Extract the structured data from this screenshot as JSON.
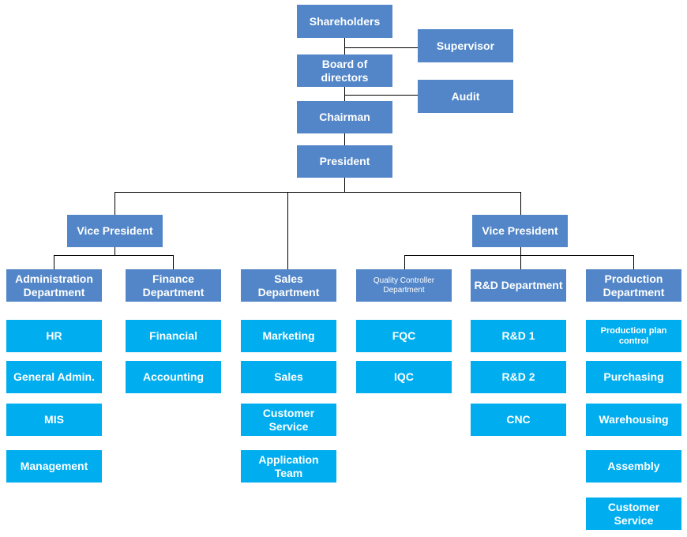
{
  "top": {
    "shareholders": "Shareholders",
    "supervisor": "Supervisor",
    "board": "Board of directors",
    "audit": "Audit",
    "chairman": "Chairman",
    "president": "President"
  },
  "vice_presidents": [
    "Vice President",
    "Vice President"
  ],
  "departments": [
    {
      "name": "Administration Department",
      "units": [
        "HR",
        "General Admin.",
        "MIS",
        "Management"
      ]
    },
    {
      "name": "Finance Department",
      "units": [
        "Financial",
        "Accounting"
      ]
    },
    {
      "name": "Sales Department",
      "units": [
        "Marketing",
        "Sales",
        "Customer Service",
        "Application Team"
      ]
    },
    {
      "name": "Quality Controller Department",
      "units": [
        "FQC",
        "IQC"
      ]
    },
    {
      "name": "R&D Department",
      "units": [
        "R&D 1",
        "R&D 2",
        "CNC"
      ]
    },
    {
      "name": "Production Department",
      "units": [
        "Production plan control",
        "Purchasing",
        "Warehousing",
        "Assembly",
        "Customer Service"
      ]
    }
  ],
  "colors": {
    "executive_box": "#5286c8",
    "unit_box": "#00aeef",
    "connector": "#000000",
    "text": "#ffffff"
  }
}
